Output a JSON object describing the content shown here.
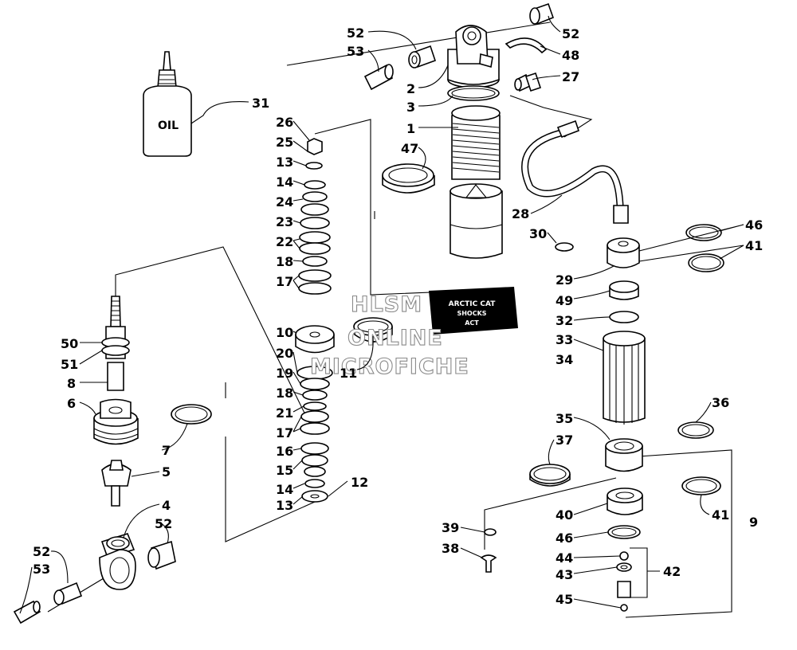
{
  "oil_bottle_text": "OIL",
  "watermark": [
    "HLSM",
    "ONLINE",
    "MICROFICHE"
  ],
  "decal_lines": [
    "ARCTIC CAT",
    "SHOCKS",
    "ACT"
  ],
  "callouts": [
    {
      "id": "c52a",
      "text": "52"
    },
    {
      "id": "c53a",
      "text": "53"
    },
    {
      "id": "c2",
      "text": "2"
    },
    {
      "id": "c3",
      "text": "3"
    },
    {
      "id": "c1",
      "text": "1"
    },
    {
      "id": "c47",
      "text": "47"
    },
    {
      "id": "c52b",
      "text": "52"
    },
    {
      "id": "c48",
      "text": "48"
    },
    {
      "id": "c27",
      "text": "27"
    },
    {
      "id": "c31",
      "text": "31"
    },
    {
      "id": "c26",
      "text": "26"
    },
    {
      "id": "c25",
      "text": "25"
    },
    {
      "id": "c13a",
      "text": "13"
    },
    {
      "id": "c14a",
      "text": "14"
    },
    {
      "id": "c24",
      "text": "24"
    },
    {
      "id": "c23",
      "text": "23"
    },
    {
      "id": "c22",
      "text": "22"
    },
    {
      "id": "c18a",
      "text": "18"
    },
    {
      "id": "c17a",
      "text": "17"
    },
    {
      "id": "c10",
      "text": "10"
    },
    {
      "id": "c20",
      "text": "20"
    },
    {
      "id": "c19",
      "text": "19"
    },
    {
      "id": "c18b",
      "text": "18"
    },
    {
      "id": "c21",
      "text": "21"
    },
    {
      "id": "c17b",
      "text": "17"
    },
    {
      "id": "c16",
      "text": "16"
    },
    {
      "id": "c15",
      "text": "15"
    },
    {
      "id": "c14b",
      "text": "14"
    },
    {
      "id": "c13b",
      "text": "13"
    },
    {
      "id": "c12",
      "text": "12"
    },
    {
      "id": "c11",
      "text": "11"
    },
    {
      "id": "c50",
      "text": "50"
    },
    {
      "id": "c51",
      "text": "51"
    },
    {
      "id": "c8",
      "text": "8"
    },
    {
      "id": "c6",
      "text": "6"
    },
    {
      "id": "c7",
      "text": "7"
    },
    {
      "id": "c5",
      "text": "5"
    },
    {
      "id": "c4",
      "text": "4"
    },
    {
      "id": "c52c",
      "text": "52"
    },
    {
      "id": "c52d",
      "text": "52"
    },
    {
      "id": "c53b",
      "text": "53"
    },
    {
      "id": "c28",
      "text": "28"
    },
    {
      "id": "c30",
      "text": "30"
    },
    {
      "id": "c46a",
      "text": "46"
    },
    {
      "id": "c41a",
      "text": "41"
    },
    {
      "id": "c29",
      "text": "29"
    },
    {
      "id": "c49",
      "text": "49"
    },
    {
      "id": "c32",
      "text": "32"
    },
    {
      "id": "c33",
      "text": "33"
    },
    {
      "id": "c34",
      "text": "34"
    },
    {
      "id": "c36",
      "text": "36"
    },
    {
      "id": "c35",
      "text": "35"
    },
    {
      "id": "c37",
      "text": "37"
    },
    {
      "id": "c41b",
      "text": "41"
    },
    {
      "id": "c9",
      "text": "9"
    },
    {
      "id": "c40",
      "text": "40"
    },
    {
      "id": "c39",
      "text": "39"
    },
    {
      "id": "c46b",
      "text": "46"
    },
    {
      "id": "c38",
      "text": "38"
    },
    {
      "id": "c44",
      "text": "44"
    },
    {
      "id": "c42",
      "text": "42"
    },
    {
      "id": "c43",
      "text": "43"
    },
    {
      "id": "c45",
      "text": "45"
    }
  ]
}
